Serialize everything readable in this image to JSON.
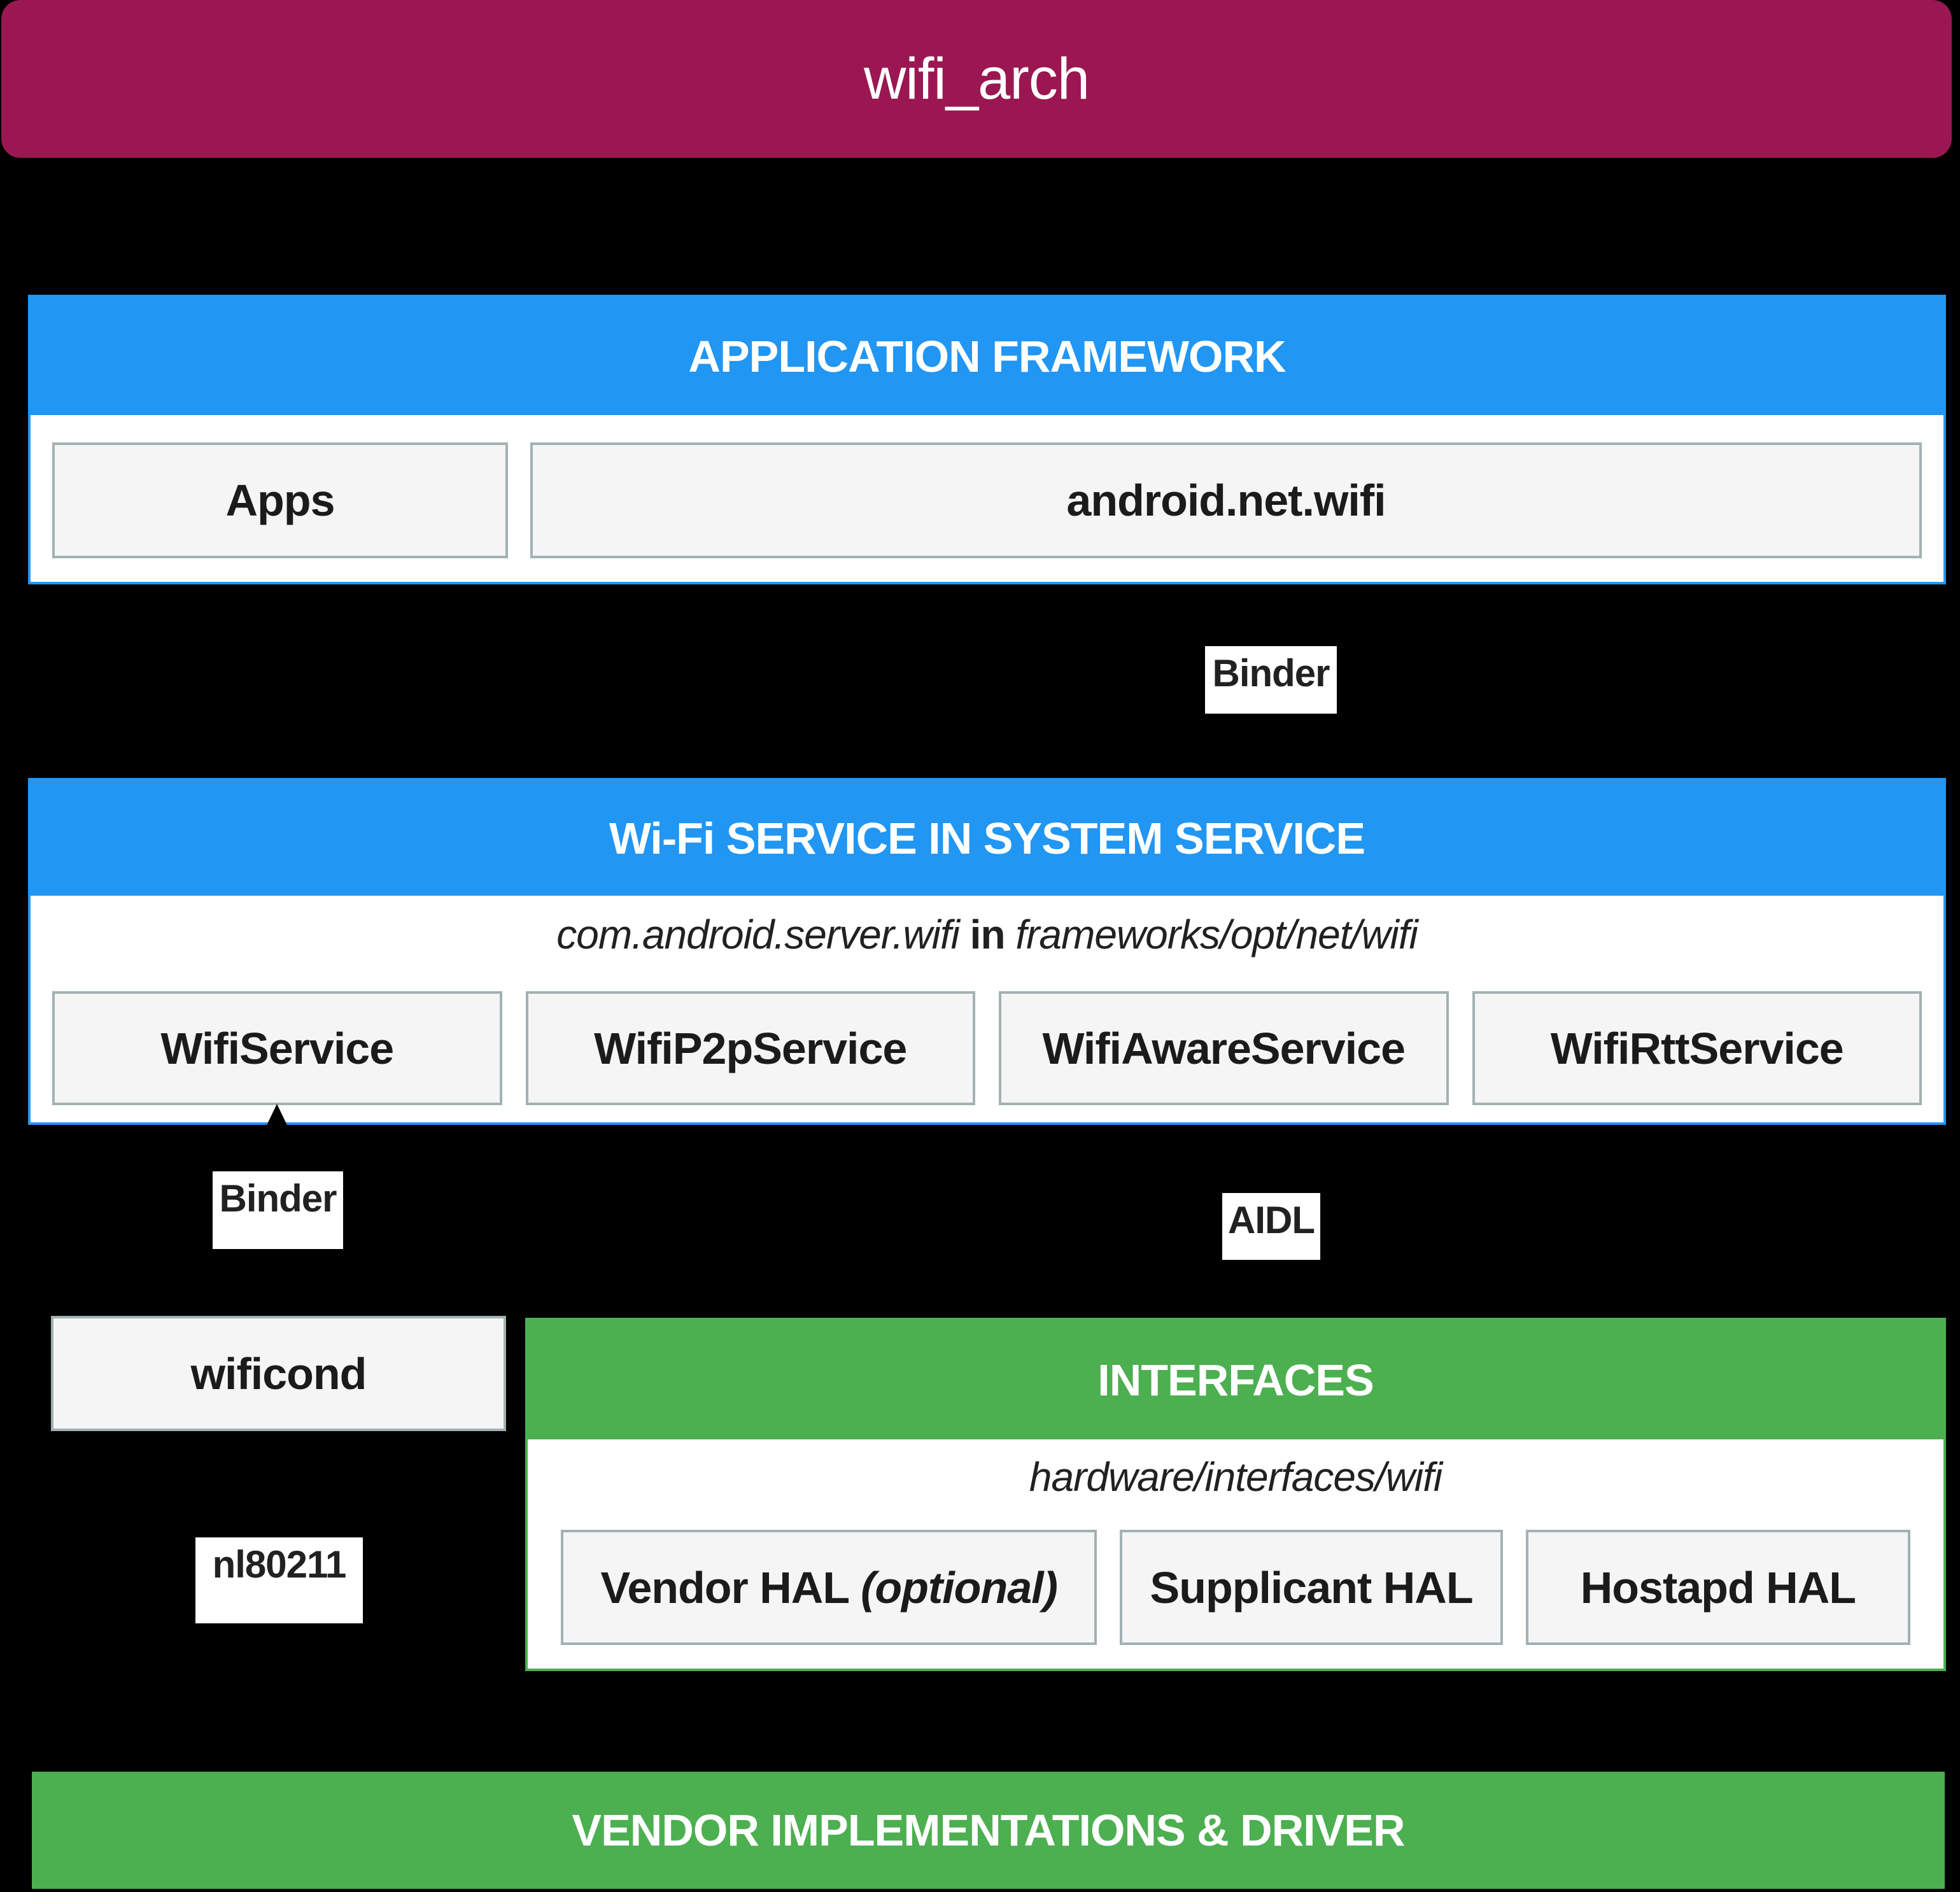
{
  "title_bar": {
    "title": "wifi_arch"
  },
  "colors": {
    "page_background": "#000000",
    "title_bar_fill": "#9A1751",
    "framework_blue": "#2196F3",
    "interfaces_green": "#4CAF50",
    "box_fill": "#F5F5F5",
    "box_border": "#A3B1B1",
    "label_text": "#212121"
  },
  "application_framework": {
    "header": "APPLICATION FRAMEWORK",
    "apps_box": "Apps",
    "android_net_wifi_box": "android.net.wifi"
  },
  "connectors": {
    "binder_top": "Binder",
    "binder_left": "Binder",
    "aidl": "AIDL",
    "nl80211": "nl80211"
  },
  "wifi_service": {
    "header": "Wi-Fi SERVICE IN SYSTEM SERVICE",
    "subtitle_package": "com.android.server.wifi",
    "subtitle_keyword": "in",
    "subtitle_path": "frameworks/opt/net/wifi",
    "boxes": [
      "WifiService",
      "WifiP2pService",
      "WifiAwareService",
      "WifiRttService"
    ]
  },
  "wificond_box": "wificond",
  "interfaces": {
    "header": "INTERFACES",
    "subtitle": "hardware/interfaces/wifi",
    "vendor_hal_label": "Vendor HAL",
    "vendor_hal_suffix": "(optional)",
    "supplicant_hal_label": "Supplicant HAL",
    "hostapd_hal_label": "Hostapd HAL"
  },
  "vendor_bar": {
    "header": "VENDOR IMPLEMENTATIONS & DRIVER"
  }
}
